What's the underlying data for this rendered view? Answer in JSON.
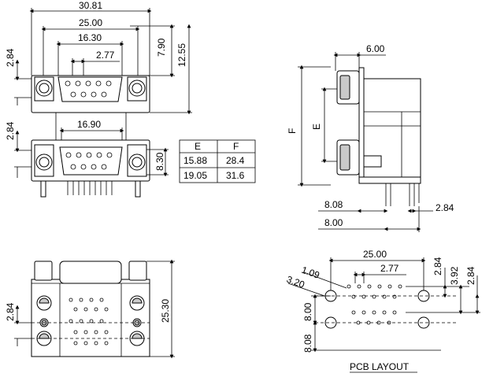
{
  "dimensions": {
    "top_width": "30.81",
    "flange_span": "25.00",
    "shell_width": "16.30",
    "pin_pitch": "2.77",
    "height_7_90": "7.90",
    "height_12_55": "12.55",
    "offset_2_84_top": "2.84",
    "offset_2_84_mid": "2.84",
    "lower_shell_width": "16.90",
    "lower_height": "8.30",
    "side_width": "6.00",
    "side_F": "F",
    "side_E": "E",
    "side_8_08": "8.08",
    "side_2_84": "2.84",
    "side_8_00": "8.00",
    "front_2_84": "2.84",
    "front_25_30": "25.30"
  },
  "ef_table": {
    "headers": [
      "E",
      "F"
    ],
    "rows": [
      [
        "15.88",
        "28.4"
      ],
      [
        "19.05",
        "31.6"
      ]
    ]
  },
  "pcb": {
    "width": "25.00",
    "pitch": "2.77",
    "d_1_09": "1.09",
    "d_3_20": "3.20",
    "d_2_84_a": "2.84",
    "d_3_92": "3.92",
    "d_2_84_b": "2.84",
    "d_8_00": "8.00",
    "d_8_08": "8.08",
    "title": "PCB LAYOUT"
  }
}
